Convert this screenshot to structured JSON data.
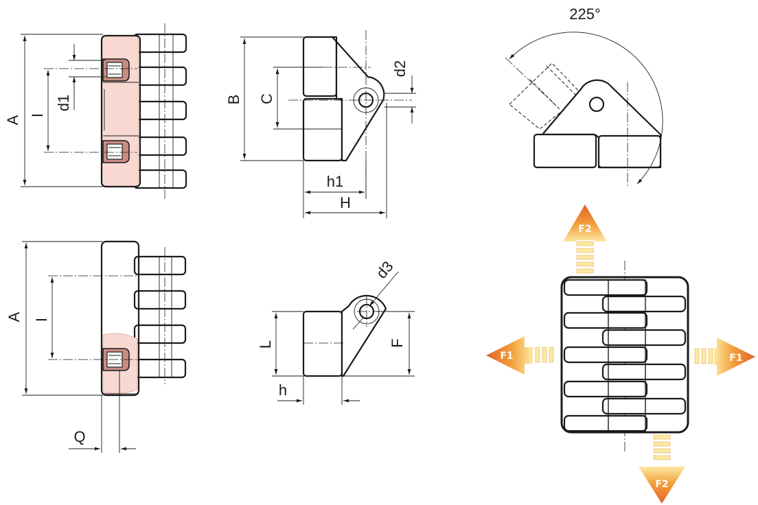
{
  "dimensions": {
    "A": "A",
    "I": "I",
    "d1": "d1",
    "B": "B",
    "C": "C",
    "d2": "d2",
    "h1": "h1",
    "H": "H",
    "angle": "225°",
    "L": "L",
    "F": "F",
    "d3": "d3",
    "h": "h",
    "Q": "Q"
  },
  "forces": {
    "f1": "F1",
    "f2": "F2"
  },
  "colors": {
    "line": "#1a1a1a",
    "pink_fill": "#f7d9d2",
    "insert": "#c78d83",
    "arrow_light": "#fbd67a",
    "arrow_dark": "#e2622a"
  }
}
